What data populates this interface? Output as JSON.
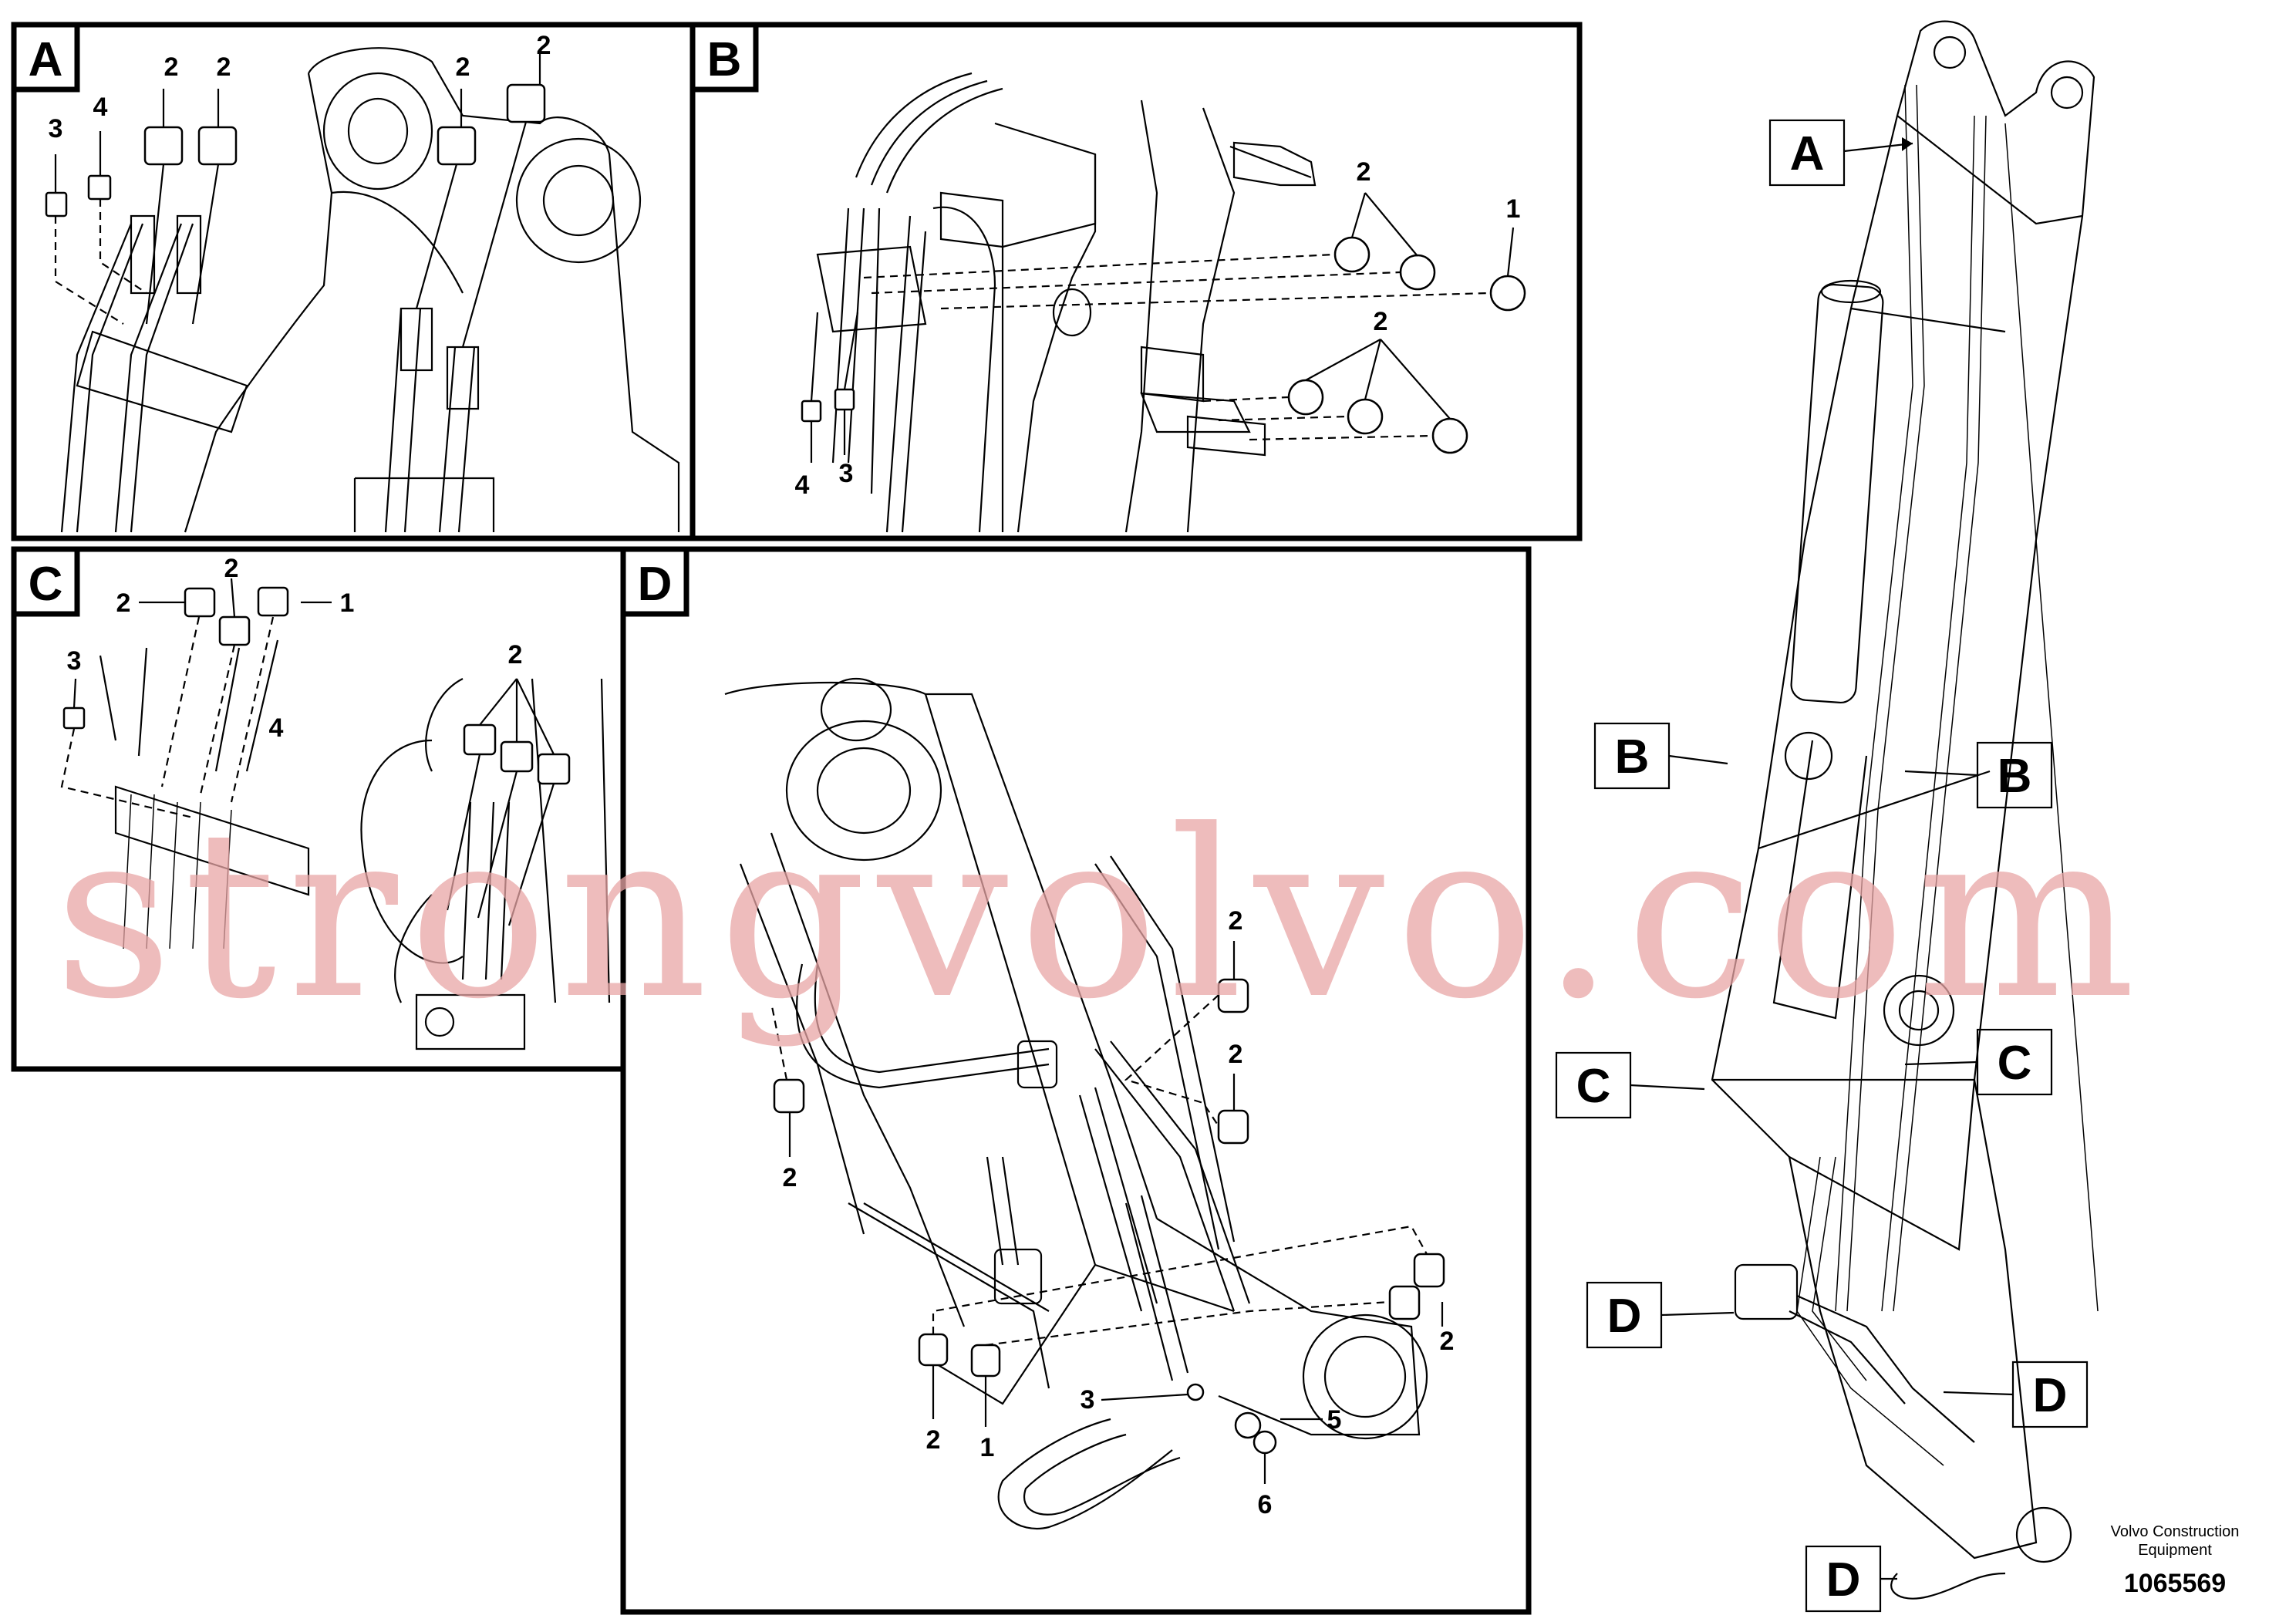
{
  "panels": {
    "a": {
      "tag": "A",
      "callouts": {
        "n3": "3",
        "n4": "4",
        "n2a": "2",
        "n2b": "2",
        "n2c": "2",
        "n2d": "2"
      }
    },
    "b": {
      "tag": "B",
      "callouts": {
        "n2top": "2",
        "n1": "1",
        "n2bot": "2",
        "n4": "4",
        "n3": "3"
      }
    },
    "c": {
      "tag": "C",
      "callouts": {
        "n2left": "2",
        "n2top": "2",
        "n1": "1",
        "n3": "3",
        "n4": "4",
        "n2right": "2"
      }
    },
    "d": {
      "tag": "D",
      "callouts": {
        "n2a": "2",
        "n2b": "2",
        "n2c": "2",
        "n2d": "2",
        "n2e": "2",
        "n1": "1",
        "n3": "3",
        "n5": "5",
        "n6": "6"
      }
    }
  },
  "overview": {
    "tags": {
      "a": "A",
      "b_left": "B",
      "b_right": "B",
      "c_left": "C",
      "c_right": "C",
      "d_left": "D",
      "d_right": "D",
      "d_bottom": "D"
    }
  },
  "watermark": "strongvolvo.com",
  "footer": {
    "company_line1": "Volvo Construction",
    "company_line2": "Equipment",
    "doc_number": "1065569"
  }
}
